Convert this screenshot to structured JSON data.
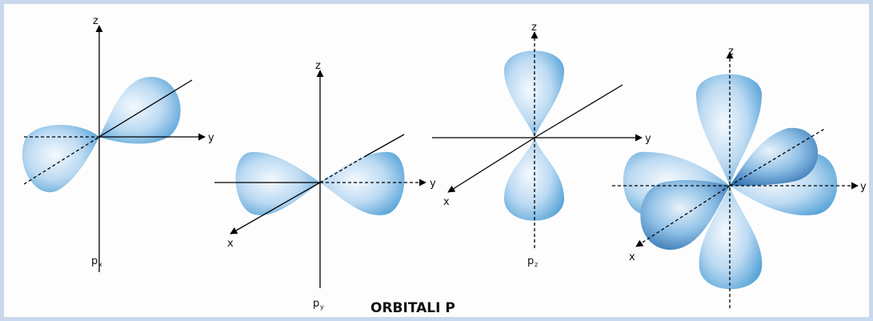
{
  "title": "ORBITALI P",
  "axis_labels": {
    "x": "x",
    "y": "y",
    "z": "z"
  },
  "orbitals": [
    {
      "name": "p",
      "subscript": "x"
    },
    {
      "name": "p",
      "subscript": "y"
    },
    {
      "name": "p",
      "subscript": "z"
    }
  ],
  "colors": {
    "lobe_light": "#f4f9fe",
    "lobe_dark": "#5aa5d8",
    "axis": "#000000"
  }
}
